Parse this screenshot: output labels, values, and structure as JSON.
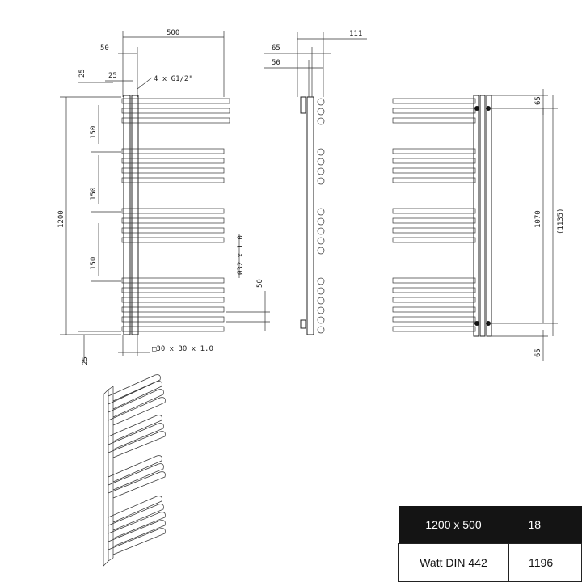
{
  "front_view": {
    "dim_width": "500",
    "dim_50": "50",
    "dim_25_a": "25",
    "dim_25_b": "25",
    "dim_connection": "4 x G1/2\"",
    "dim_height": "1200",
    "dim_spacing": [
      "150",
      "150",
      "150"
    ],
    "dim_tube": "Ø32 x 1.0",
    "dim_tube_gap": "50",
    "dim_25_bottom": "25",
    "dim_collector": "□30 x 30 x 1.0"
  },
  "side_view": {
    "dim_111": "111",
    "dim_65": "65",
    "dim_50": "50"
  },
  "rear_view": {
    "dim_65_top": "65",
    "dim_1070": "1070",
    "dim_1135": "(1135)",
    "dim_65_bottom": "65"
  },
  "spec_table": {
    "header": {
      "size": "1200 x 500",
      "value": "18"
    },
    "row": {
      "label": "Watt DIN 442",
      "value": "1196"
    }
  },
  "colors": {
    "line": "#222222",
    "header_bg": "#141414",
    "header_text": "#ffffff"
  }
}
